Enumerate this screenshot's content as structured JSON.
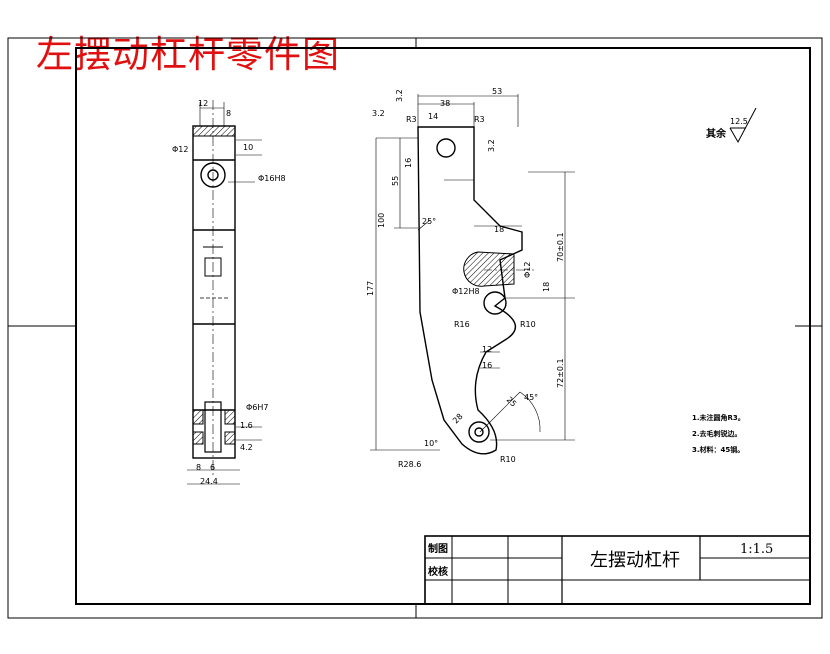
{
  "page_title": "左摆动杠杆零件图",
  "colors": {
    "title_red": "#e01010",
    "line": "#000000"
  },
  "title_block": {
    "made_by": "制图",
    "checked_by": "校核",
    "part_name": "左摆动杠杆",
    "scale": "1:1.5"
  },
  "roughness": {
    "label": "其余",
    "value": "12.5"
  },
  "notes": [
    "1.未注圆角R3。",
    "2.去毛刺锐边。",
    "3.材料：45钢。"
  ],
  "side_view_dims": {
    "top_12": "12",
    "top_8": "8",
    "dia12": "Φ12",
    "d10": "10",
    "hole16": "Φ16H8",
    "d637": "Φ6H7",
    "r16": "1.6",
    "d42": "4.2",
    "b8": "8",
    "b6": "6",
    "b24": "24.4"
  },
  "front_view_dims": {
    "r32a": "3.2",
    "r32b": "3.2",
    "d38": "38",
    "d53": "53",
    "d14": "14",
    "r3a": "R3",
    "r3b": "R3",
    "r32c": "3.2",
    "d16": "16",
    "d55": "55",
    "d100": "100",
    "d177": "177",
    "ang25": "25°",
    "d18": "18",
    "d70": "70±0.1",
    "dia12": "Φ12",
    "d18b": "18",
    "hole12": "Φ12H8",
    "r10a": "R10",
    "r16": "R16",
    "d12": "12",
    "d16b": "16",
    "d72": "72±0.1",
    "ang45": "45°",
    "d25": "25",
    "d28": "28",
    "ang10": "10°",
    "r286": "R28.6",
    "r10b": "R10"
  }
}
